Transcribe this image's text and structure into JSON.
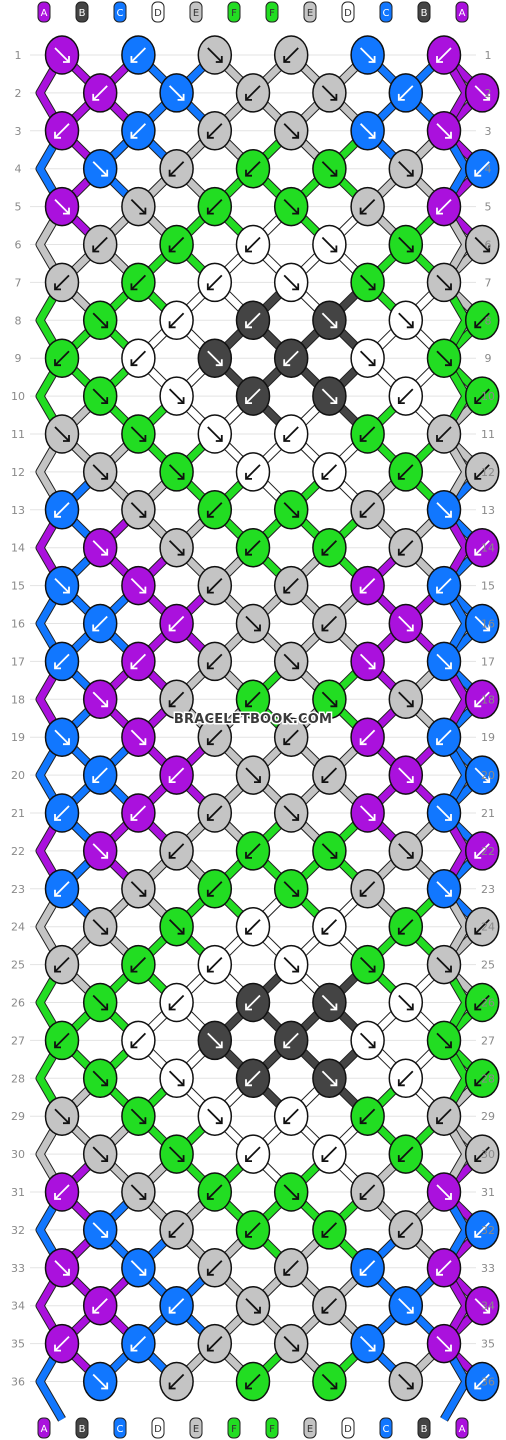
{
  "watermark": "BRACELETBOOK.COM",
  "strand_colors": {
    "A": "#aa11dd",
    "B": "#444444",
    "C": "#1177ff",
    "D": "#ffffff",
    "E": "#c4c4c4",
    "F": "#22dd22"
  },
  "strand_letters": [
    "A",
    "B",
    "C",
    "D",
    "E",
    "F",
    "F",
    "E",
    "D",
    "C",
    "B",
    "A"
  ],
  "row_labels": [
    "1",
    "2",
    "3",
    "4",
    "5",
    "6",
    "7",
    "8",
    "9",
    "10",
    "11",
    "12",
    "13",
    "14",
    "15",
    "16",
    "17",
    "18",
    "19",
    "20",
    "21",
    "22",
    "23",
    "24",
    "25",
    "26",
    "27",
    "28",
    "29",
    "30",
    "31",
    "32",
    "33",
    "34",
    "35",
    "36"
  ],
  "knot_rows": [
    "A>:C<:E>:E<:C>:A<",
    "A<:C>:E<:E>:C<:A>",
    "A<:C<:E<:E>:C>:A>",
    "C>:E<:F<:F>:E>:C<",
    "A>:E>:F<:F>:E<:A<",
    "E<:F<:D<:D>:F>:E>",
    "E<:F<:D<:D>:F>:E>",
    "F>:D<:B<:B>:D>:F<",
    "F<:D<:B>:B<:D>:F>",
    "F>:D>:B<:B>:D<:F<",
    "E>:F>:D>:D<:F<:E<",
    "E>:F>:D<:D<:F<:E<",
    "C<:E>:F<:F>:E<:C>",
    "A>:E>:F<:F<:E<:A<",
    "C>:A>:E<:E<:A<:C<",
    "C<:A<:E>:E<:A>:C>",
    "C<:A<:E<:E>:A>:C>",
    "A>:E<:F<:F>:E>:A<",
    "C>:A>:E<:E<:A<:C<",
    "C<:A<:E>:E<:A>:C>",
    "C<:A<:E<:E>:A>:C>",
    "A>:E<:F<:F>:E>:A<",
    "C<:E>:F<:F>:E<:C>",
    "E>:F>:D<:D<:F<:E<",
    "E<:F<:D<:D>:F>:E>",
    "F>:D<:B<:B>:D>:F<",
    "F<:D<:B>:B<:D>:F>",
    "F>:D>:B<:B>:D<:F<",
    "E>:F>:D>:D<:F<:E<",
    "E>:F>:D<:D<:F<:E<",
    "A<:E>:F<:F>:E<:A>",
    "C>:E<:F<:F<:E<:C<",
    "A>:C>:E<:E<:C<:A<",
    "A<:C<:E>:E<:C>:A>",
    "A<:C<:E<:E>:C>:A>",
    "C>:E<:F<:F>:E>:C<"
  ]
}
